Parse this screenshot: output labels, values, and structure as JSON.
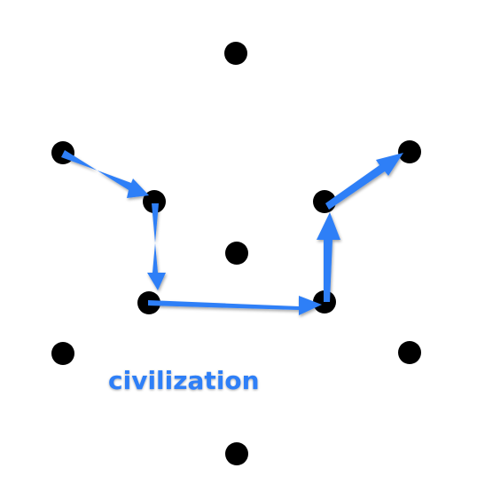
{
  "diagram": {
    "label": "civilization",
    "colors": {
      "background": "#ffffff",
      "dot": "#000000",
      "arrow": "#2f7ff7",
      "label": "#2f7ff7"
    },
    "dots": [
      "dot-top",
      "dot-upper-left",
      "dot-upper-right",
      "dot-inner-left",
      "dot-inner-right",
      "dot-center",
      "dot-lower-left",
      "dot-lower-right",
      "dot-outer-left",
      "dot-outer-right",
      "dot-bottom"
    ],
    "path": [
      "dot-upper-left",
      "dot-inner-left",
      "dot-lower-left",
      "dot-lower-right",
      "dot-inner-right",
      "dot-upper-right"
    ]
  }
}
